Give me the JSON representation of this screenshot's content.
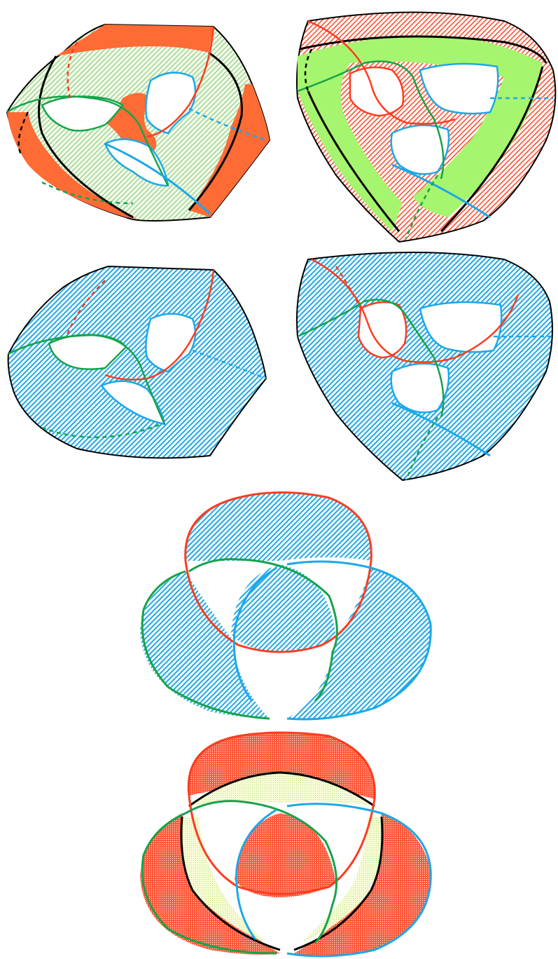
{
  "figure": {
    "background": "#ffffff",
    "panels": [
      "surface-view-1",
      "surface-view-2",
      "hatched-surface-view-1",
      "hatched-surface-view-2",
      "borromean-rings-hatched",
      "borromean-rings-colored"
    ]
  },
  "colors": {
    "red": "#ff3b1f",
    "green": "#16a34a",
    "blue": "#1ca8e8",
    "black": "#000000",
    "orange_fill": "#ff6b35",
    "lime_fill": "#a6f56e",
    "pale_green": "#e8f6c8",
    "light_blue": "#bfe6f7",
    "hatch_blue": "#1ca8e8",
    "hatch_green": "#9ad49a",
    "hatch_red": "#ff4d2e"
  }
}
